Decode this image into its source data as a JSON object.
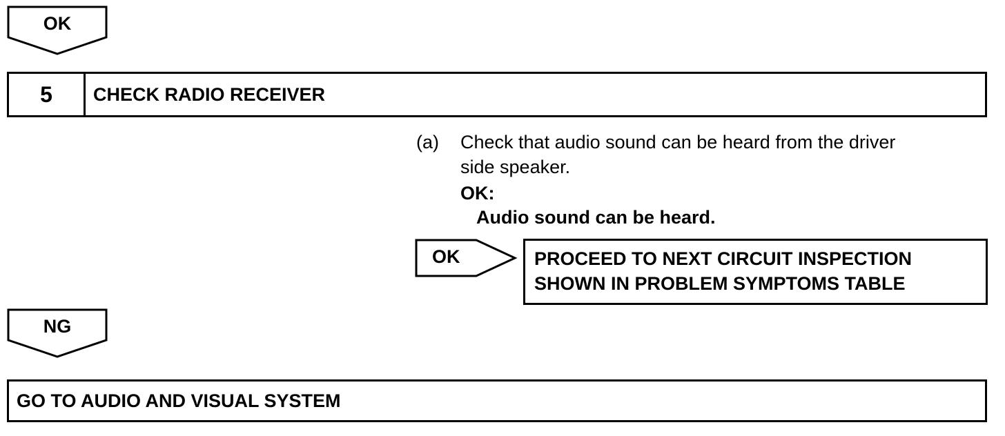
{
  "top_flag": {
    "label": "OK",
    "direction": "down"
  },
  "step": {
    "number": "5",
    "title": "CHECK RADIO RECEIVER"
  },
  "instruction": {
    "marker": "(a)",
    "line1": "Check that audio sound can be heard from the driver",
    "line2": "side speaker.",
    "ok_label": "OK:",
    "ok_result": "Audio sound can be heard."
  },
  "ok_branch": {
    "label": "OK",
    "direction": "right",
    "action_line1": "PROCEED TO NEXT CIRCUIT INSPECTION",
    "action_line2": "SHOWN IN PROBLEM SYMPTOMS TABLE"
  },
  "ng_flag": {
    "label": "NG",
    "direction": "down"
  },
  "goto": {
    "label": "GO TO AUDIO AND VISUAL SYSTEM"
  },
  "colors": {
    "line": "#000000",
    "background": "#ffffff"
  }
}
